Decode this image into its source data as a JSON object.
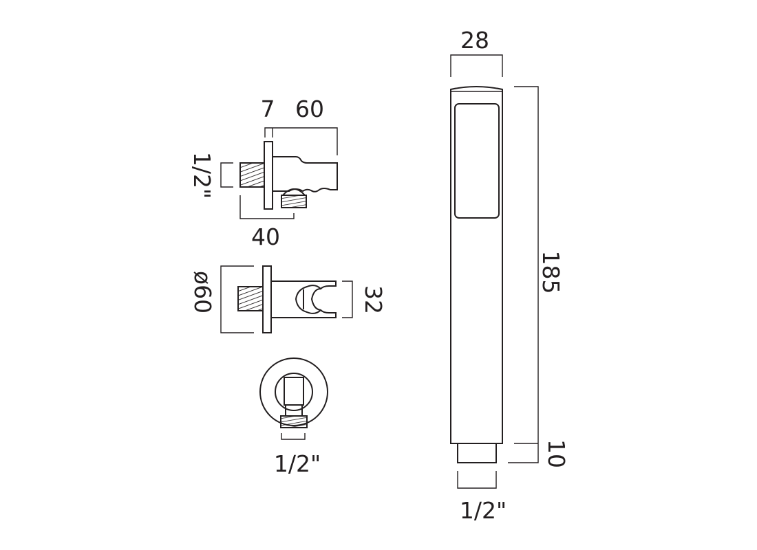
{
  "side_view": {
    "dim_plate": "7",
    "dim_length": "60",
    "dim_thread": "1/2\"",
    "dim_projection": "40"
  },
  "top_view": {
    "dim_diameter": "ø60",
    "dim_width": "32"
  },
  "front_view": {
    "dim_thread": "1/2\""
  },
  "handshower": {
    "dim_width": "28",
    "dim_length": "185",
    "dim_connector": "10",
    "dim_thread": "1/2\""
  },
  "colors": {
    "line": "#231f20",
    "background": "#ffffff"
  }
}
